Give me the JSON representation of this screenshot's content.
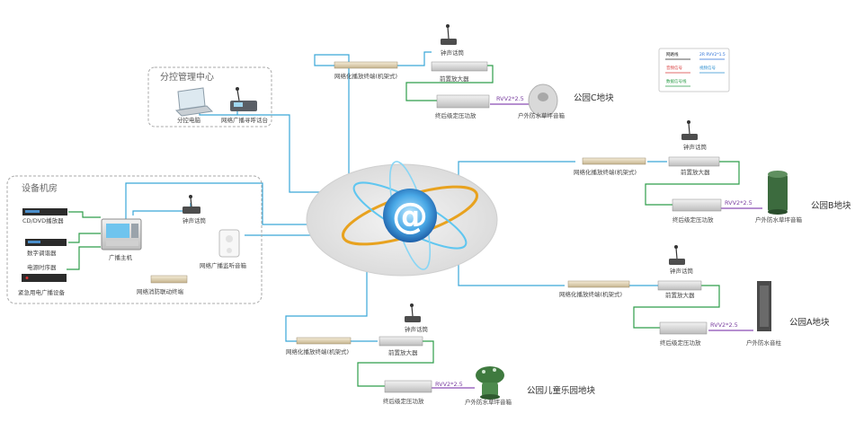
{
  "groups": {
    "control_center": "分控管理中心",
    "equipment_room": "设备机房"
  },
  "devices": {
    "control_pc": "分控电脑",
    "call_station_center": "网络广播寻呼话台",
    "cd_player": "CD/DVD播放器",
    "digital_tuner": "数字调谐器",
    "power_sequencer": "电源时序器",
    "emergency_device": "紧急用电广播设备",
    "broadcast_host": "广播主机",
    "bell_mic_room": "钟声话筒",
    "fire_terminal": "网络消防联动终端",
    "monitor_speaker": "网络广播监听音箱"
  },
  "areas": {
    "c": {
      "zone": "公园C地块",
      "terminal": "网络化播放终端(机架式)",
      "mic": "钟声话筒",
      "preamp": "前置放大器",
      "amp": "终后级定压功放",
      "cable": "RVV2*2.5",
      "speaker": "户外防水草坪音箱"
    },
    "b": {
      "zone": "公园B地块",
      "terminal": "网络化播放终端(机架式)",
      "mic": "钟声话筒",
      "preamp": "前置放大器",
      "amp": "终后级定压功放",
      "cable": "RVV2*2.5",
      "speaker": "户外防水草坪音箱"
    },
    "a": {
      "zone": "公园A地块",
      "terminal": "网络化播放终端(机架式)",
      "mic": "钟声话筒",
      "preamp": "前置放大器",
      "amp": "终后级定压功放",
      "cable": "RVV2*2.5",
      "speaker": "户外防水音柱"
    },
    "kids": {
      "zone": "公园儿童乐园地块",
      "terminal": "网络化播放终端(机架式)",
      "mic": "钟声话筒",
      "preamp": "前置放大器",
      "amp": "终后级定压功放",
      "cable": "RVV2*2.5",
      "speaker": "户外防水草坪音箱"
    }
  },
  "legend": {
    "network": "网路线",
    "cable": "2R RVV2*1.5",
    "audio": "音频信号",
    "video": "视频信号",
    "data": "数据信号线"
  },
  "colors": {
    "network_line": "#3aa7d8",
    "audio_line": "#2e9e4a",
    "cable_purple": "#8a4cb4",
    "cloud": "#e6e6e6"
  }
}
